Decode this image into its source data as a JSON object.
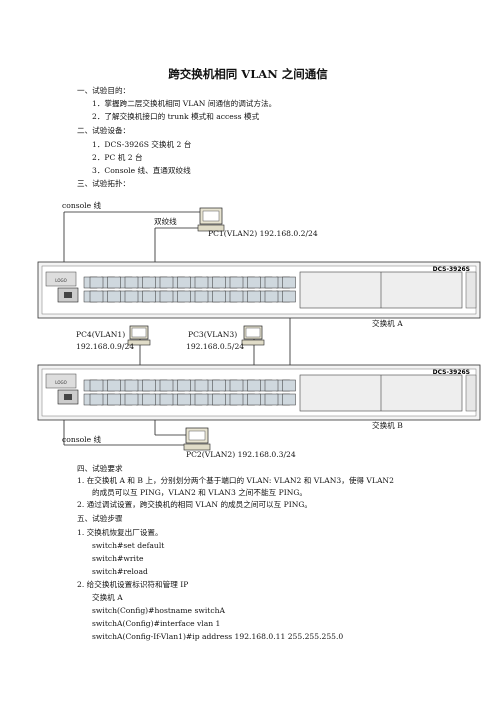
{
  "title": "跨交换机相同 VLAN 之间通信",
  "sec1": {
    "heading": "一、试验目的：",
    "items": [
      "1．掌握跨二层交换机相同 VLAN 间通信的调试方法。",
      "2．了解交换机接口的 trunk 模式和 access 模式"
    ]
  },
  "sec2": {
    "heading": "二、试验设备：",
    "items": [
      "1．DCS-3926S 交换机 2 台",
      "2．PC 机 2 台",
      "3．Console 线、直通双绞线"
    ]
  },
  "sec3": {
    "heading": "三、试验拓扑："
  },
  "diagram": {
    "console_top": "console 线",
    "twisted_pair": "双绞线",
    "pc1": "PC1(VLAN2) 192.168.0.2/24",
    "model_a": "DCS-3926S",
    "switch_a": "交换机 A",
    "pc4_name": "PC4(VLAN1)",
    "pc4_ip": "192.168.0.9/24",
    "pc3_name": "PC3(VLAN3)",
    "pc3_ip": "192.168.0.5/24",
    "model_b": "DCS-3926S",
    "switch_b": "交换机 B",
    "console_bottom": "console 线",
    "pc2": "PC2(VLAN2) 192.168.0.3/24"
  },
  "sec4": {
    "heading": "四、试验要求",
    "items": [
      "1. 在交换机 A 和 B 上，分别划分两个基于端口的 VLAN: VLAN2 和 VLAN3，使得 VLAN2",
      "的成员可以互 PING，VLAN2 和 VLAN3 之间不能互 PING。",
      "2. 通过调试设置，跨交换机的相同 VLAN 的成员之间可以互 PING。"
    ]
  },
  "sec5": {
    "heading": "五、试验步骤",
    "step1": "1. 交换机恢复出厂设置。",
    "cmds1": [
      "switch#set default",
      "switch#write",
      "switch#reload"
    ],
    "step2": "2. 给交换机设置标识符和管理 IP",
    "sub": "交换机 A",
    "cmds2": [
      "switch(Config)#hostname switchA",
      "switchA(Config)#interface vlan 1",
      "switchA(Config-If-Vlan1)#ip address 192.168.0.11 255.255.255.0"
    ]
  }
}
